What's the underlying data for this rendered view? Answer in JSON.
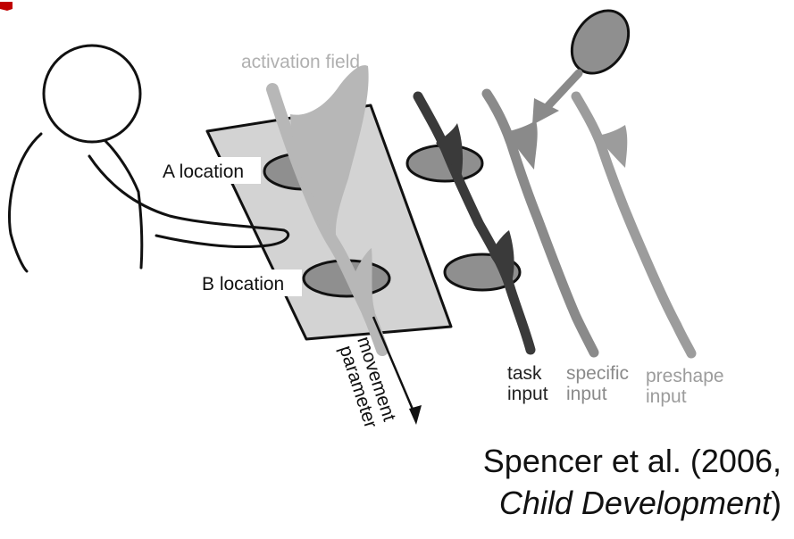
{
  "diagram": {
    "labels": {
      "activation_field": "activation field",
      "a_location": "A location",
      "b_location": "B location",
      "movement_parameter_line1": "movement",
      "movement_parameter_line2": "parameter",
      "task_input_line1": "task",
      "task_input_line2": "input",
      "specific_input_line1": "specific",
      "specific_input_line2": "input",
      "preshape_input_line1": "preshape",
      "preshape_input_line2": "input"
    },
    "colors": {
      "outline": "#111111",
      "activation": "#b7b7b7",
      "table": "#d3d3d3",
      "well": "#8f8f8f",
      "task": "#3a3a3a",
      "specific": "#8a8a8a",
      "preshape": "#9c9c9c",
      "red_mark": "#c00000"
    }
  },
  "citation": {
    "line1": "Spencer et al. (2006,",
    "journal": "Child Development",
    "close": ")"
  }
}
